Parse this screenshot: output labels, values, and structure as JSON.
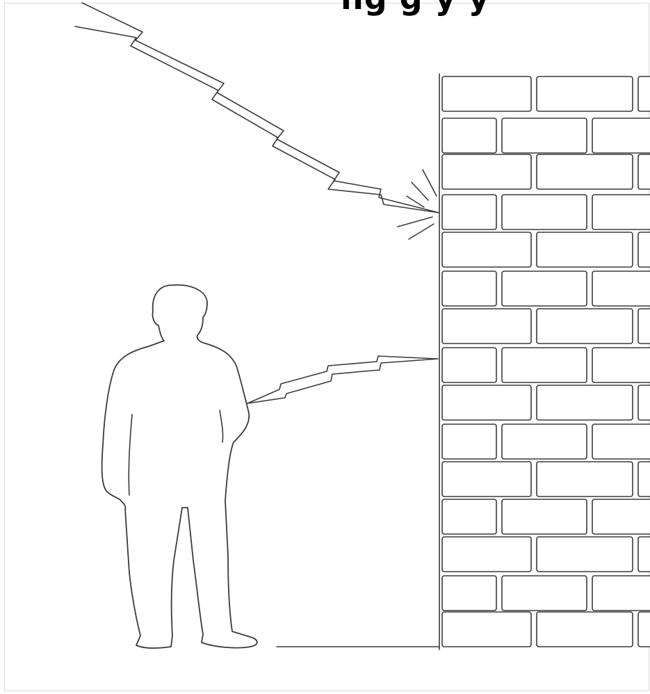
{
  "title_fragment": "ng    g y  y",
  "colors": {
    "ink": "#3a3a3a",
    "paper": "#ffffff"
  },
  "scene": {
    "objects": [
      "brick-wall",
      "person",
      "lightning-bolt-large",
      "lightning-bolt-small",
      "impact-burst"
    ]
  }
}
